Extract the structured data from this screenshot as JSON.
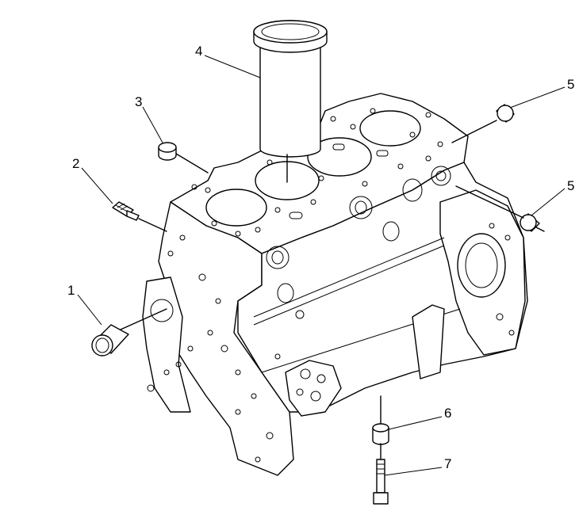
{
  "callouts": [
    {
      "id": "1",
      "label": "1"
    },
    {
      "id": "2",
      "label": "2"
    },
    {
      "id": "3",
      "label": "3"
    },
    {
      "id": "4",
      "label": "4"
    },
    {
      "id": "5a",
      "label": "5"
    },
    {
      "id": "5b",
      "label": "5"
    },
    {
      "id": "6",
      "label": "6"
    },
    {
      "id": "7",
      "label": "7"
    }
  ]
}
